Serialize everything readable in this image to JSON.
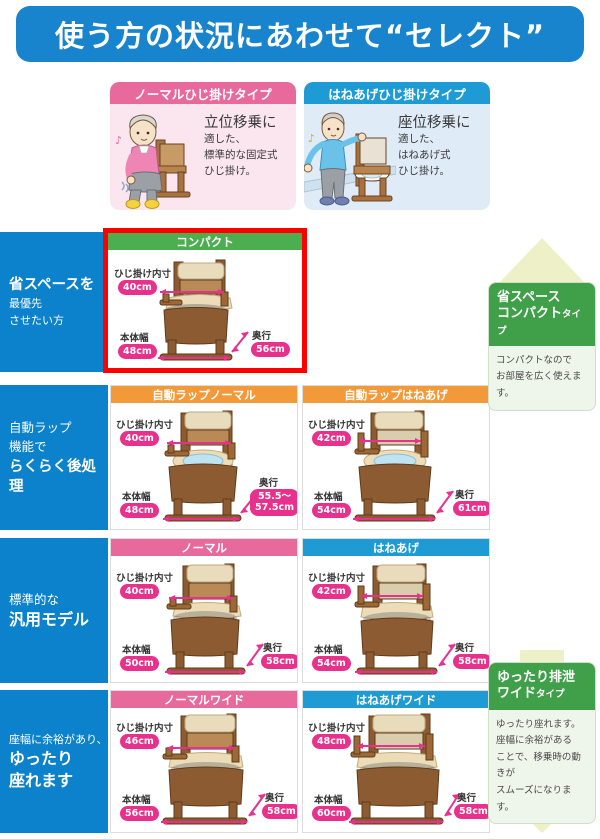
{
  "banner": {
    "title": "使う方の状況にあわせて“セレクト”"
  },
  "intro": {
    "cards": [
      {
        "header": "ノーマルひじ掛けタイプ",
        "head_color": "#e8699c",
        "body_color": "#fbe6ef",
        "line_big": "立位移乗に",
        "line_1": "適した、",
        "line_2": "標準的な固定式",
        "line_3": "ひじ掛け。",
        "illustration": "elderly-woman-seated-on-commode-chair"
      },
      {
        "header": "はねあげひじ掛けタイプ",
        "head_color": "#1e9ad4",
        "body_color": "#dfecf7",
        "line_big": "座位移乗に",
        "line_1": "適した、",
        "line_2": "はねあげ式",
        "line_3": "ひじ掛け。",
        "illustration": "elderly-man-standing-beside-commode-chair"
      }
    ]
  },
  "labels": {
    "armrest_inner": "ひじ掛け内寸",
    "body_width": "本体幅",
    "depth": "奥行"
  },
  "rows": [
    {
      "category": {
        "small": "省スペースを",
        "small2": "最優先",
        "small3": "させたい方",
        "large": ""
      },
      "category_lines": [
        "省スペースを",
        "最優先",
        "させたい方"
      ],
      "highlighted": true,
      "products": [
        {
          "name": "コンパクト",
          "header_color": "#4cae4f",
          "armrest_inner": "40cm",
          "body_width": "48cm",
          "depth": "56cm"
        }
      ]
    },
    {
      "category_lines": [
        "自動ラップ",
        "機能で",
        "らくらく後処理"
      ],
      "highlighted": false,
      "products": [
        {
          "name": "自動ラップノーマル",
          "header_color": "#f29a3a",
          "armrest_inner": "40cm",
          "body_width": "48cm",
          "depth": "55.5〜\n57.5cm"
        },
        {
          "name": "自動ラップはねあげ",
          "header_color": "#f29a3a",
          "armrest_inner": "42cm",
          "body_width": "54cm",
          "depth": "61cm"
        }
      ]
    },
    {
      "category_lines": [
        "標準的な",
        "汎用モデル"
      ],
      "highlighted": false,
      "products": [
        {
          "name": "ノーマル",
          "header_color": "#e8699c",
          "armrest_inner": "40cm",
          "body_width": "50cm",
          "depth": "58cm"
        },
        {
          "name": "はねあげ",
          "header_color": "#1e9ad4",
          "armrest_inner": "42cm",
          "body_width": "54cm",
          "depth": "58cm"
        }
      ]
    },
    {
      "category_lines": [
        "座幅に余裕があり、",
        "ゆったり",
        "座れます"
      ],
      "highlighted": false,
      "products": [
        {
          "name": "ノーマルワイド",
          "header_color": "#e8699c",
          "armrest_inner": "46cm",
          "body_width": "56cm",
          "depth": "58cm"
        },
        {
          "name": "はねあげワイド",
          "header_color": "#1e9ad4",
          "armrest_inner": "48cm",
          "body_width": "60cm",
          "depth": "58cm"
        }
      ]
    }
  ],
  "side_panels": [
    {
      "title_line1": "省スペース",
      "title_line2": "コンパクト",
      "title_suffix": "タイプ",
      "body": "コンパクトなので\nお部屋を広く使えます。",
      "body_lines": [
        "コンパクトなので",
        "お部屋を広く使えます。"
      ],
      "arrow_direction": "up",
      "accent": "#3fa049"
    },
    {
      "title_line1": "ゆったり排泄",
      "title_line2": "ワイド",
      "title_suffix": "タイプ",
      "body_lines": [
        "ゆったり座れます。",
        "座幅に余裕がある",
        "ことで、移乗時の動きが",
        "スムーズになります。"
      ],
      "arrow_direction": "down",
      "accent": "#3fa049"
    }
  ],
  "colors": {
    "banner_blue": "#1884cd",
    "category_blue": "#0b82cb",
    "highlight_red": "#ff0000",
    "tag_pink": "#e8318c",
    "arrow_cream": "#eef1c8",
    "green": "#3fa049"
  }
}
